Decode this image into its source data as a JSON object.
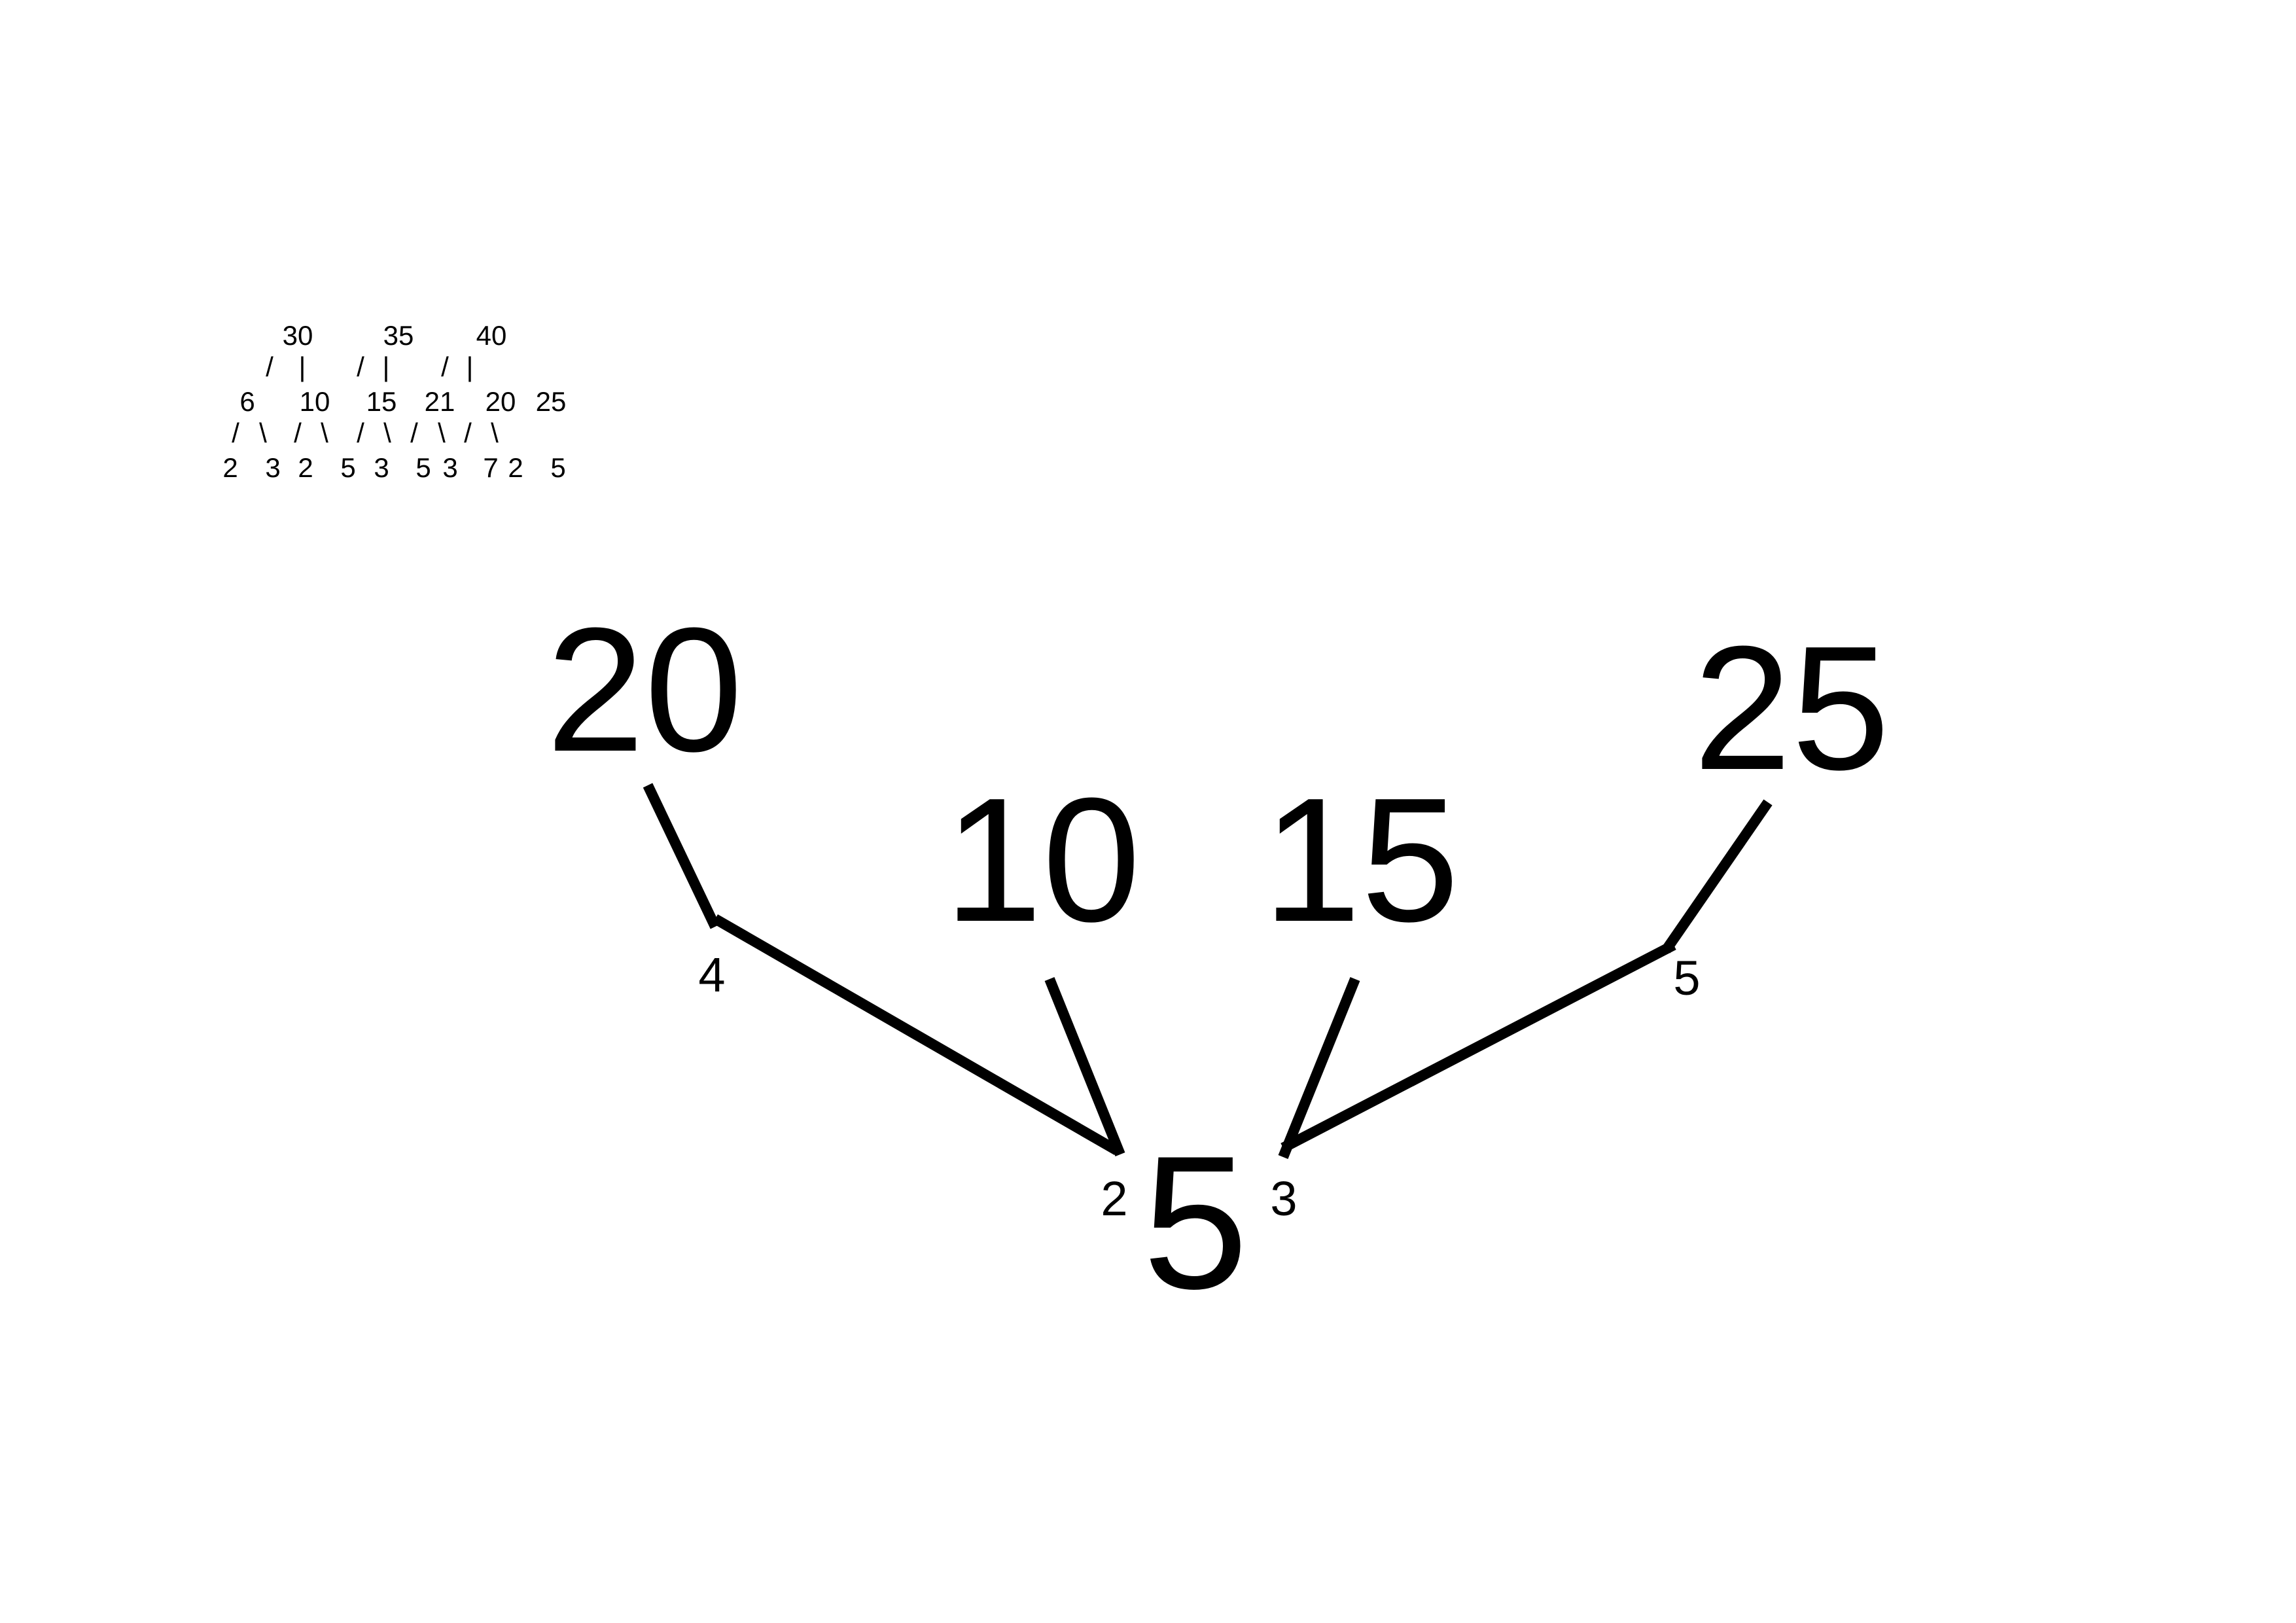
{
  "mini_tree": {
    "top_row": [
      "30",
      "35",
      "40"
    ],
    "middle_row": [
      "6",
      "10",
      "15",
      "21",
      "20",
      "25"
    ],
    "bottom_row": [
      "2",
      "3",
      "2",
      "5",
      "3",
      "5",
      "3",
      "7",
      "2",
      "5"
    ],
    "connector_rows": [
      [
        "/",
        "|",
        "/",
        "|",
        "/",
        "|"
      ],
      [
        "/",
        "\\",
        "/",
        "\\",
        "/",
        "\\",
        "/",
        "\\",
        "/",
        "\\"
      ]
    ]
  },
  "factor_tree": {
    "top_numbers": {
      "twenty": "20",
      "ten": "10",
      "fifteen": "15",
      "twenty_five": "25"
    },
    "root": "5",
    "branch_labels": {
      "left_elbow": "4",
      "right_elbow": "5",
      "root_left": "2",
      "root_right": "3"
    }
  },
  "colors": {
    "ink": "#000000",
    "background": "#ffffff"
  }
}
